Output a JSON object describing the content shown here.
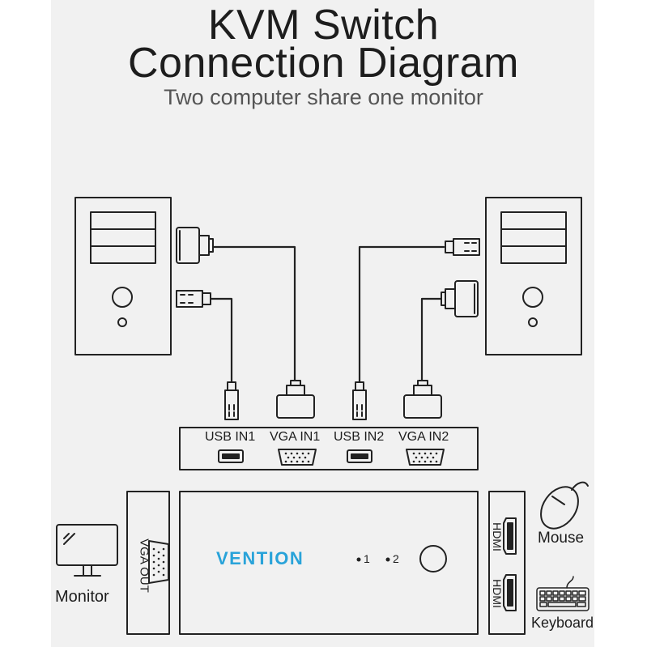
{
  "title_line1": "KVM Switch",
  "title_line2": "Connection Diagram",
  "subtitle": "Two computer share one monitor",
  "ports": {
    "usb_in1": "USB IN1",
    "vga_in1": "VGA IN1",
    "usb_in2": "USB IN2",
    "vga_in2": "VGA IN2",
    "vga_out": "VGA OUT",
    "hdmi_top": "HDMI",
    "hdmi_bottom": "HDMI"
  },
  "brand": "VENTION",
  "indicator_1": "1",
  "indicator_2": "2",
  "devices": {
    "monitor": "Monitor",
    "mouse": "Mouse",
    "keyboard": "Keyboard"
  },
  "colors": {
    "background": "#f1f1f1",
    "line": "#222222",
    "brand": "#29a3d9"
  },
  "icons": [
    "computer-tower-icon",
    "vga-connector-icon",
    "usb-plug-icon",
    "monitor-icon",
    "mouse-icon",
    "keyboard-icon",
    "hdmi-port-icon",
    "vga-port-icon",
    "usb-port-icon",
    "switch-button-icon"
  ]
}
